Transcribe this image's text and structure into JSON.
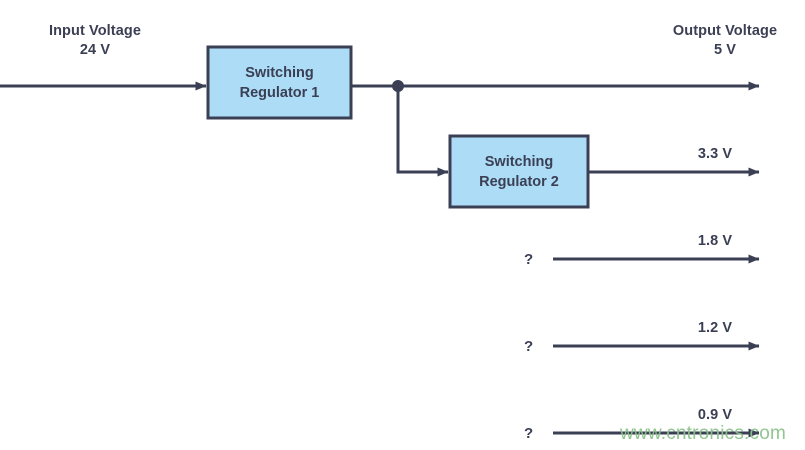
{
  "diagram": {
    "title": "Multi-rail power supply block diagram",
    "colors": {
      "line": "#3b3f54",
      "block_fill": "#ACDCF6",
      "block_border": "#3b3f54",
      "text": "#3b3f54",
      "watermark": "#8cc28c",
      "background": "#ffffff"
    },
    "input": {
      "label_line1": "Input Voltage",
      "label_line2": "24 V"
    },
    "blocks": [
      {
        "id": "regulator-1",
        "line1": "Switching",
        "line2": "Regulator 1"
      },
      {
        "id": "regulator-2",
        "line1": "Switching",
        "line2": "Regulator 2"
      }
    ],
    "outputs": [
      {
        "id": "rail-5v",
        "label_line1": "Output Voltage",
        "label_line2": "5 V",
        "source": "regulator-1",
        "unknown": false
      },
      {
        "id": "rail-3v3",
        "label_line1": "3.3 V",
        "label_line2": "",
        "source": "regulator-2",
        "unknown": false
      },
      {
        "id": "rail-1v8",
        "label_line1": "1.8 V",
        "label_line2": "",
        "source": "?",
        "unknown": true
      },
      {
        "id": "rail-1v2",
        "label_line1": "1.2 V",
        "label_line2": "",
        "source": "?",
        "unknown": true
      },
      {
        "id": "rail-0v9",
        "label_line1": "0.9 V",
        "label_line2": "",
        "source": "?",
        "unknown": true
      }
    ],
    "unknown_marker": "?",
    "watermark": "www.cntronics.com"
  }
}
